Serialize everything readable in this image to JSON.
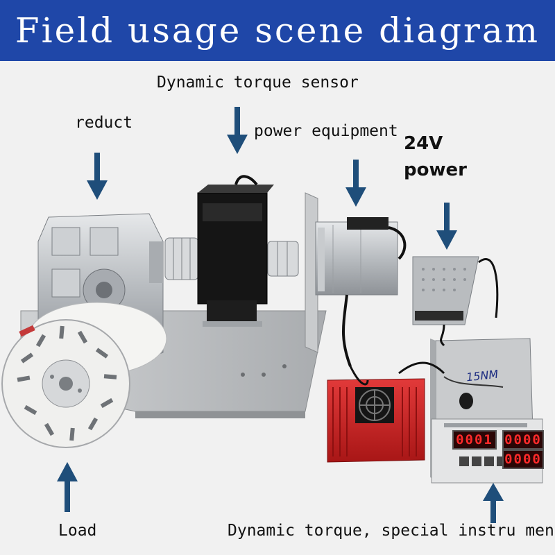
{
  "title": "Field usage scene diagram",
  "labels": {
    "torque_sensor": "Dynamic torque sensor",
    "reduct": "reduct",
    "power_equipment": "power equipment",
    "power_24v_line1": "24V",
    "power_24v_line2": "power",
    "load": "Load",
    "instrument": "Dynamic torque, special instru ment"
  },
  "instrument": {
    "display_left": "0001",
    "display_right_top": "0000",
    "display_right_bottom": "0000",
    "handwritten_note": "15NM"
  },
  "colors": {
    "title_bar": "#1f47a8",
    "arrow": "#1f4e7a",
    "driver_box": "#d42a2a"
  }
}
